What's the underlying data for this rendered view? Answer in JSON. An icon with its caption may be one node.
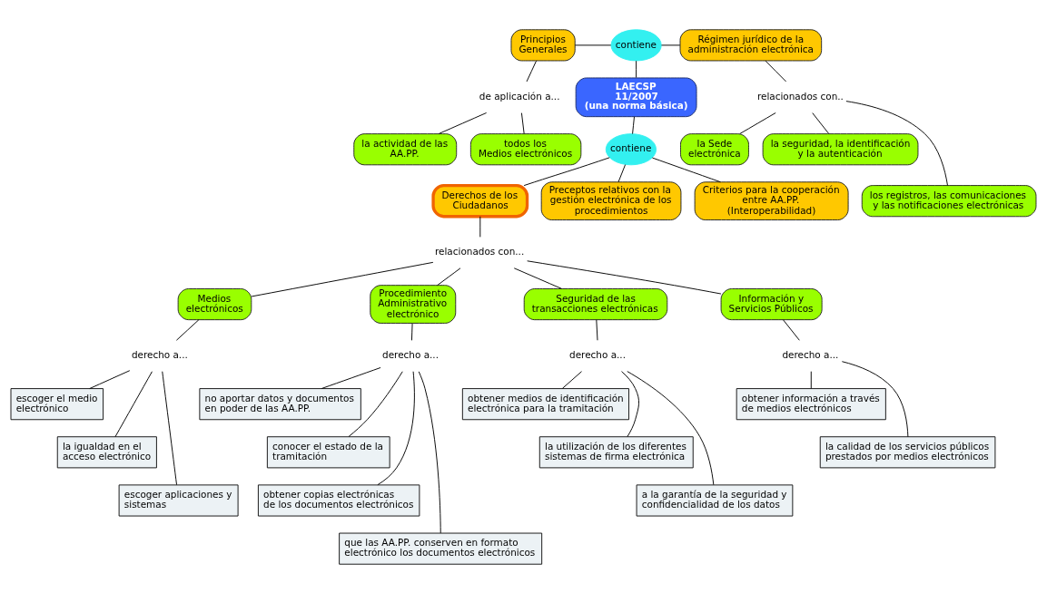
{
  "diagram": {
    "nodes": [
      {
        "text": [
          "Principios Generales"
        ]
      },
      {
        "text": [
          "contiene"
        ]
      },
      {
        "text": [
          "Régimen jurídico de la administración electrónica"
        ]
      },
      {
        "text": [
          "LAECSP 11/2007 (una norma básica)"
        ]
      },
      {
        "text": [
          "de aplicación a..."
        ]
      },
      {
        "text": [
          "relacionados con.."
        ]
      },
      {
        "text": [
          "la Sede electrónica"
        ]
      },
      {
        "text": [
          "la actividad de las AA.PP."
        ]
      },
      {
        "text": [
          "todos los Medios electrónicos"
        ]
      },
      {
        "text": [
          "contiene"
        ]
      },
      {
        "text": [
          "la seguridad, la identificación y la autenticación"
        ]
      },
      {
        "text": [
          "los registros, las comunicaciones y las notificaciones electrónicas"
        ]
      },
      {
        "text": [
          "Derechos de los Ciudadanos"
        ]
      },
      {
        "text": [
          "Preceptos relativos con la gestión electrónica de los procedimientos"
        ]
      },
      {
        "text": [
          "Criterios para la cooperación entre AA.PP. (Interoperabilidad)"
        ]
      },
      {
        "text": [
          "relacionados con..."
        ]
      },
      {
        "text": [
          "Medios electrónicos"
        ]
      },
      {
        "text": [
          "Procedimiento Administrativo electrónico"
        ]
      },
      {
        "text": [
          "Seguridad de las transacciones electrónicas"
        ]
      },
      {
        "text": [
          "Información y Servicios Públicos"
        ]
      },
      {
        "text": [
          "derecho a..."
        ]
      },
      {
        "text": [
          "derecho a..."
        ]
      },
      {
        "text": [
          "derecho a..."
        ]
      },
      {
        "text": [
          "derecho a..."
        ]
      },
      {
        "text": [
          "escoger el medio electrónico"
        ]
      },
      {
        "text": [
          "no aportar datos y documentos en poder de las AA.PP."
        ]
      },
      {
        "text": [
          "obtener medios de identificación electrónica para la tramitación"
        ]
      },
      {
        "text": [
          "obtener información a través de medios electrónicos"
        ]
      },
      {
        "text": [
          "la igualdad en el acceso electrónico"
        ]
      },
      {
        "text": [
          "conocer el estado de la tramitación"
        ]
      },
      {
        "text": [
          "la utilización de los diferentes sistemas de firma electrónica"
        ]
      },
      {
        "text": [
          "la calidad de los servicios públicos prestados por medios electrónicos"
        ]
      },
      {
        "text": [
          "obtener copias electrónicas de los documentos electrónicos"
        ]
      },
      {
        "text": [
          "a la garantía de la seguridad y confidencialidad de los datos"
        ]
      },
      {
        "text": [
          "escoger aplicaciones y sistemas"
        ]
      },
      {
        "text": [
          "que las AA.PP. conserven en formato electrónico los documentos electrónicos"
        ]
      }
    ],
    "edges": [
      {
        "from": 0,
        "to": 1,
        "arrow": "none"
      },
      {
        "from": 1,
        "to": 2,
        "arrow": "none"
      },
      {
        "from": 1,
        "to": 3,
        "arrow": "none"
      },
      {
        "from": 0,
        "to": 4,
        "arrow": "none"
      },
      {
        "from": 4,
        "to": 7,
        "arrow": "none"
      },
      {
        "from": 4,
        "to": 8,
        "arrow": "none"
      },
      {
        "from": 2,
        "to": 5,
        "arrow": "none"
      },
      {
        "from": 5,
        "to": 6,
        "arrow": "none"
      },
      {
        "from": 5,
        "to": 10,
        "arrow": "none"
      },
      {
        "from": 5,
        "to": 11,
        "arrow": "none"
      },
      {
        "from": 3,
        "to": 9,
        "arrow": "none"
      },
      {
        "from": 9,
        "to": 12,
        "arrow": "none"
      },
      {
        "from": 9,
        "to": 13,
        "arrow": "none"
      },
      {
        "from": 9,
        "to": 14,
        "arrow": "none"
      },
      {
        "from": 12,
        "to": 15,
        "arrow": "none"
      },
      {
        "from": 15,
        "to": 16,
        "arrow": "none"
      },
      {
        "from": 15,
        "to": 17,
        "arrow": "none"
      },
      {
        "from": 15,
        "to": 18,
        "arrow": "none"
      },
      {
        "from": 15,
        "to": 19,
        "arrow": "none"
      },
      {
        "from": 16,
        "to": 20,
        "arrow": "none"
      },
      {
        "from": 20,
        "to": 24,
        "arrow": "none"
      },
      {
        "from": 20,
        "to": 28,
        "arrow": "none"
      },
      {
        "from": 20,
        "to": 34,
        "arrow": "none"
      },
      {
        "from": 17,
        "to": 21,
        "arrow": "none"
      },
      {
        "from": 21,
        "to": 25,
        "arrow": "none"
      },
      {
        "from": 21,
        "to": 29,
        "arrow": "none"
      },
      {
        "from": 21,
        "to": 32,
        "arrow": "none"
      },
      {
        "from": 21,
        "to": 35,
        "arrow": "none"
      },
      {
        "from": 18,
        "to": 22,
        "arrow": "none"
      },
      {
        "from": 22,
        "to": 26,
        "arrow": "none"
      },
      {
        "from": 22,
        "to": 30,
        "arrow": "none"
      },
      {
        "from": 22,
        "to": 33,
        "arrow": "none"
      },
      {
        "from": 19,
        "to": 23,
        "arrow": "none"
      },
      {
        "from": 23,
        "to": 27,
        "arrow": "none"
      },
      {
        "from": 23,
        "to": 31,
        "arrow": "none"
      }
    ]
  }
}
